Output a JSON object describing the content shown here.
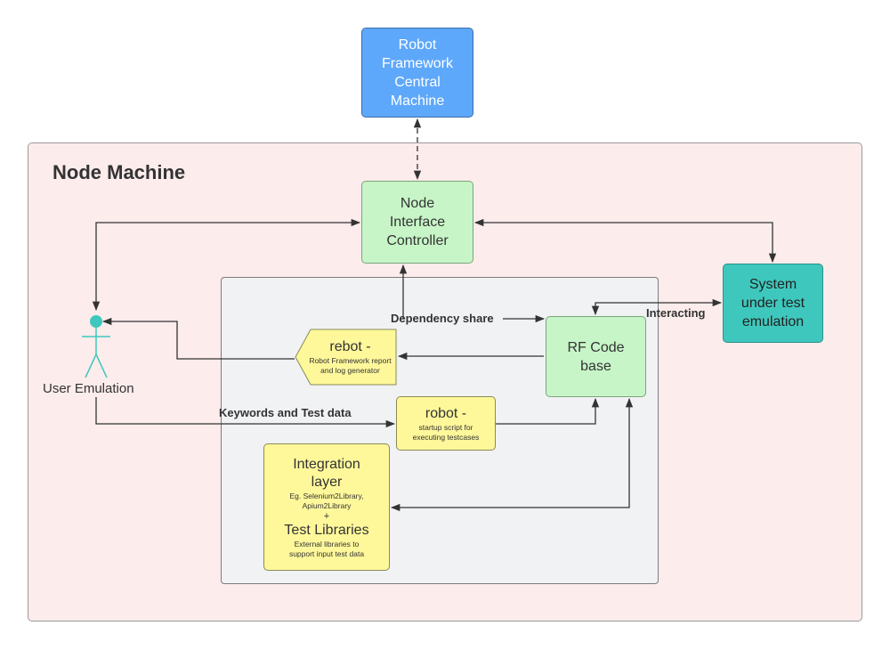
{
  "diagram": {
    "container_title": "Node Machine",
    "central_machine": {
      "lines": [
        "Robot",
        "Framework",
        "Central",
        "Machine"
      ]
    },
    "node_interface_controller": {
      "lines": [
        "Node",
        "Interface",
        "Controller"
      ]
    },
    "system_under_test": {
      "lines": [
        "System",
        "under test",
        "emulation"
      ]
    },
    "rf_code_base": {
      "lines": [
        "RF Code",
        "base"
      ]
    },
    "rebot": {
      "title": "rebot -",
      "desc_lines": [
        "Robot Framework report",
        "and log generator"
      ]
    },
    "robot": {
      "title": "robot -",
      "desc_lines": [
        "startup script for",
        "executing testcases"
      ]
    },
    "integration": {
      "title_lines": [
        "Integration",
        "layer"
      ],
      "eg_lines": [
        "Eg. Selenium2Library,",
        "Apium2Library"
      ],
      "plus": "+",
      "libs_title": "Test Libraries",
      "libs_desc_lines": [
        "External libraries to",
        "support input test data"
      ]
    },
    "user": {
      "label": "User Emulation"
    },
    "edge_labels": {
      "dependency_share": "Dependency share",
      "interacting": "Interacting",
      "keywords": "Keywords and Test data"
    },
    "colors": {
      "central": "#5ea8fb",
      "green_box": "#c7f5c7",
      "teal_box": "#3ec8bd",
      "yellow_box": "#fff89b",
      "container": "#fdecec",
      "inner_panel": "#f1f2f4",
      "actor": "#3ec8bd",
      "edge": "#333333"
    }
  }
}
